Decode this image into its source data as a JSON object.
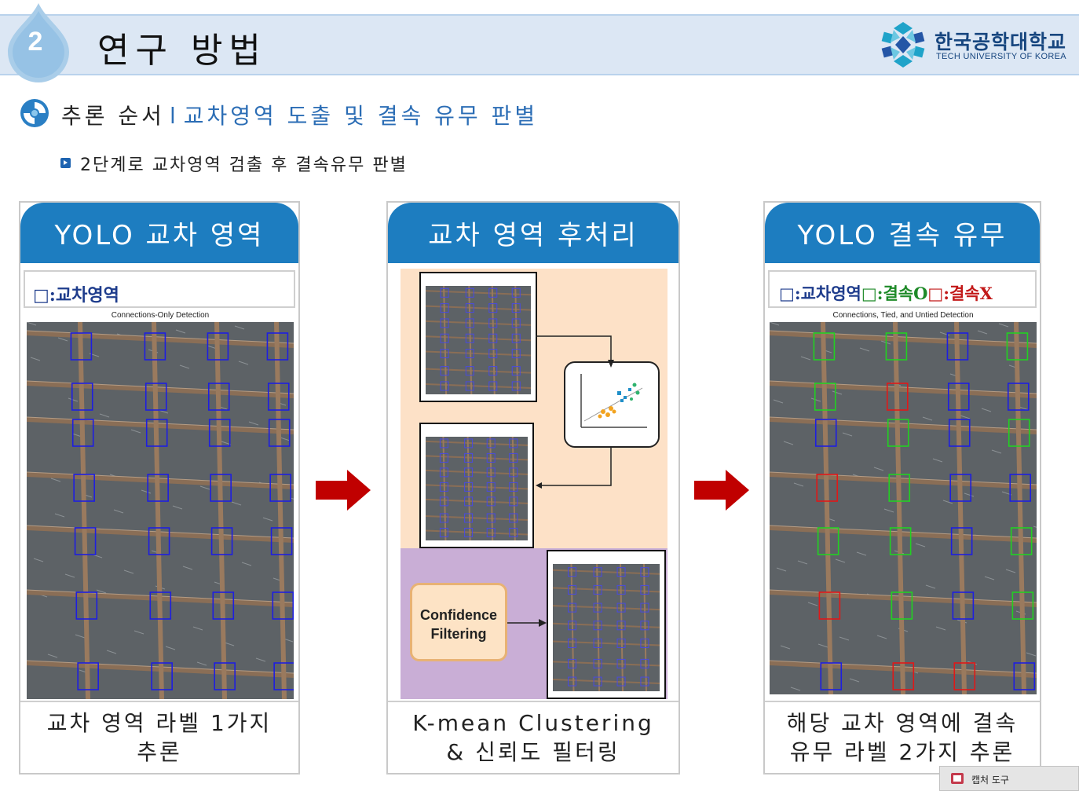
{
  "header": {
    "section_number": "2",
    "title": "연구 방법"
  },
  "logo": {
    "korean": "한국공학대학교",
    "english": "TECH UNIVERSITY OF KOREA"
  },
  "subtitle": {
    "lead": "추론 순서",
    "separator": "l",
    "topic": "교차영역 도출 및 결속 유무 판별"
  },
  "point": "2단계로 교차영역 검출 후 결속유무 판별",
  "cards": [
    {
      "heading": "YOLO 교차 영역",
      "legend": {
        "box": "□",
        "text": ":교차영역"
      },
      "image_title": "Connections-Only Detection",
      "caption_line1": "교차 영역 라벨 1가지",
      "caption_line2": "추론"
    },
    {
      "heading": "교차 영역 후처리",
      "flow_box": "Confidence Filtering",
      "caption_line1": "K-mean Clustering",
      "caption_line2": "& 신뢰도 필터링"
    },
    {
      "heading": "YOLO 결속 유무",
      "legend": {
        "box1": "□",
        "text1": ":교차영역",
        "box2": "□",
        "text2": ":결속O",
        "box3": "□",
        "text3": ":결속X"
      },
      "image_title": "Connections, Tied, and Untied Detection",
      "caption_line1": "해당 교차 영역에 결속",
      "caption_line2": "유무 라벨 2가지 추론"
    }
  ],
  "taskbar": {
    "label": "캡처 도구"
  },
  "colors": {
    "accent": "#1d7dc0",
    "title_band": "#dce7f4",
    "arrow": "#c00000",
    "box_blue": "#1e1ee0",
    "box_green": "#22d022",
    "box_red": "#e01818"
  }
}
